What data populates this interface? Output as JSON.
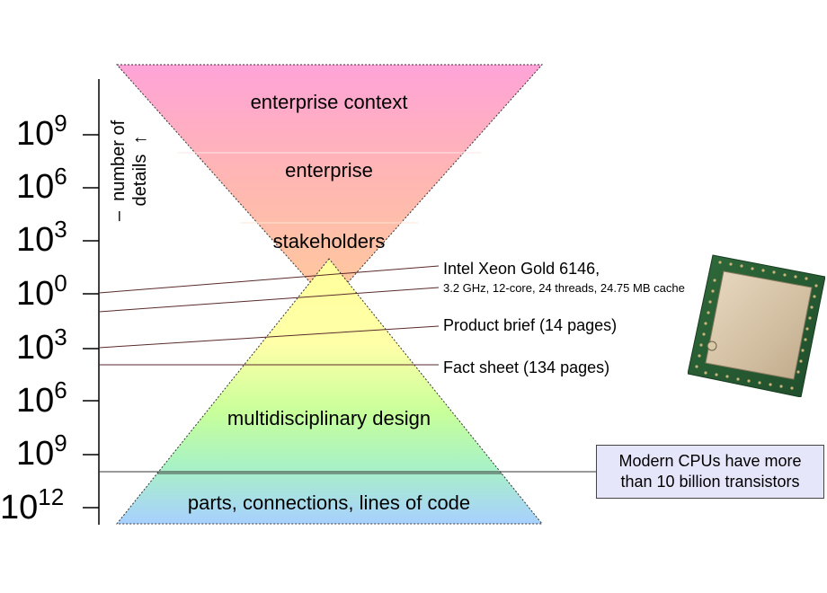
{
  "axis": {
    "base": "10",
    "exponents": [
      "9",
      "6",
      "3",
      "0",
      "3",
      "6",
      "9",
      "12"
    ],
    "title_line1": "number of",
    "title_line2": "details",
    "arrow_up": "↑",
    "arrow_down": "–"
  },
  "bands": {
    "top": [
      "enterprise context",
      "enterprise",
      "stakeholders"
    ],
    "bottom": [
      "multidisciplinary design",
      "parts, connections, lines of code"
    ]
  },
  "annotations": {
    "cpu_name": "Intel Xeon Gold 6146,",
    "cpu_specs": "3.2 GHz, 12-core, 24 threads, 24.75 MB cache",
    "product_brief": "Product brief (14 pages)",
    "fact_sheet": "Fact sheet (134 pages)"
  },
  "callout": {
    "line1": "Modern CPUs have more",
    "line2": "than 10 billion transistors"
  },
  "colors": {
    "top_gradient": [
      "#ffa3d8",
      "#ffb9ad",
      "#ffc7a0"
    ],
    "bottom_gradient": [
      "#ffffa8",
      "#c8ff9a",
      "#a8f0c8",
      "#a8d0ff"
    ],
    "callout_fill": "#e6e6fa",
    "leader_line": "#5a2a2a"
  }
}
